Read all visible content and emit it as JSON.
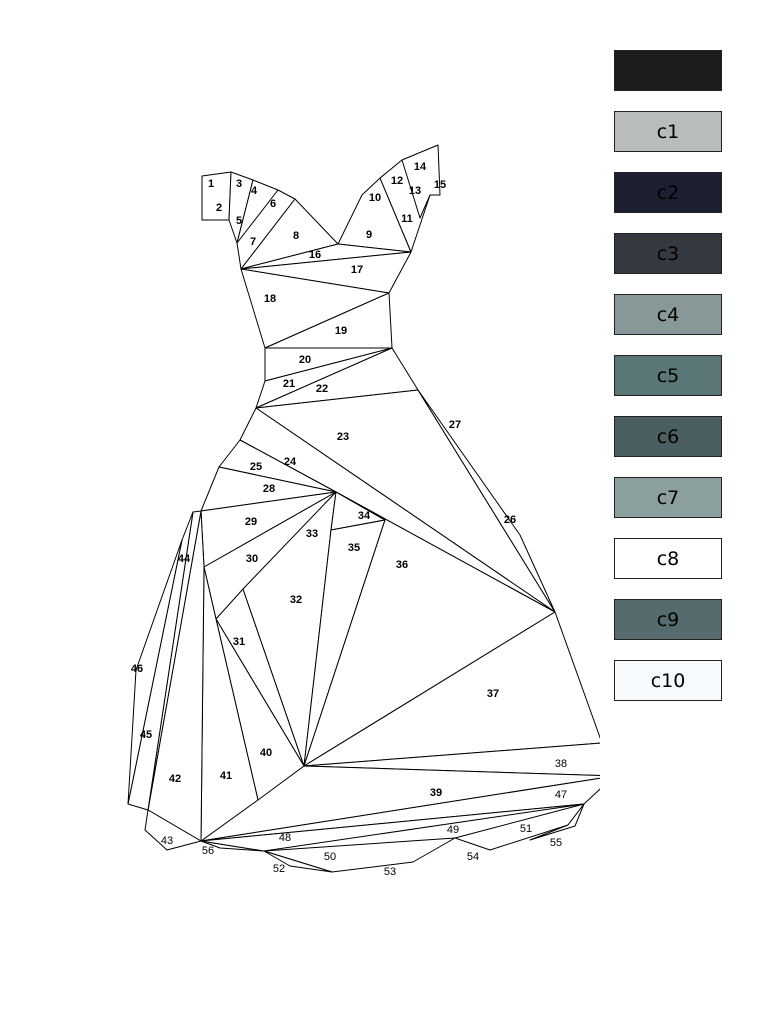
{
  "regions": [
    {
      "n": "1"
    },
    {
      "n": "2"
    },
    {
      "n": "3"
    },
    {
      "n": "4"
    },
    {
      "n": "5"
    },
    {
      "n": "6"
    },
    {
      "n": "7"
    },
    {
      "n": "8"
    },
    {
      "n": "9"
    },
    {
      "n": "10"
    },
    {
      "n": "11"
    },
    {
      "n": "12"
    },
    {
      "n": "13"
    },
    {
      "n": "14"
    },
    {
      "n": "15"
    },
    {
      "n": "16"
    },
    {
      "n": "17"
    },
    {
      "n": "18"
    },
    {
      "n": "19"
    },
    {
      "n": "20"
    },
    {
      "n": "21"
    },
    {
      "n": "22"
    },
    {
      "n": "23"
    },
    {
      "n": "24"
    },
    {
      "n": "25"
    },
    {
      "n": "26"
    },
    {
      "n": "27"
    },
    {
      "n": "28"
    },
    {
      "n": "29"
    },
    {
      "n": "30"
    },
    {
      "n": "31"
    },
    {
      "n": "32"
    },
    {
      "n": "33"
    },
    {
      "n": "34"
    },
    {
      "n": "35"
    },
    {
      "n": "36"
    },
    {
      "n": "37"
    },
    {
      "n": "38"
    },
    {
      "n": "39"
    },
    {
      "n": "40"
    },
    {
      "n": "41"
    },
    {
      "n": "42"
    },
    {
      "n": "43"
    },
    {
      "n": "44"
    },
    {
      "n": "45"
    },
    {
      "n": "46"
    },
    {
      "n": "47"
    },
    {
      "n": "48"
    },
    {
      "n": "49"
    },
    {
      "n": "50"
    },
    {
      "n": "51"
    },
    {
      "n": "52"
    },
    {
      "n": "53"
    },
    {
      "n": "54"
    },
    {
      "n": "55"
    },
    {
      "n": "56"
    }
  ],
  "palette": [
    {
      "label": "",
      "color": "#1b1d1f"
    },
    {
      "label": "c1",
      "color": "#b8bcbd"
    },
    {
      "label": "c2",
      "color": "#1d2030"
    },
    {
      "label": "c3",
      "color": "#353940"
    },
    {
      "label": "c4",
      "color": "#889898"
    },
    {
      "label": "c5",
      "color": "#5a7677"
    },
    {
      "label": "c6",
      "color": "#4b5f60"
    },
    {
      "label": "c7",
      "color": "#8b9f9f"
    },
    {
      "label": "c8",
      "color": "#ffffff"
    },
    {
      "label": "c9",
      "color": "#566b6d"
    },
    {
      "label": "c10",
      "color": "#f6fafd"
    }
  ]
}
